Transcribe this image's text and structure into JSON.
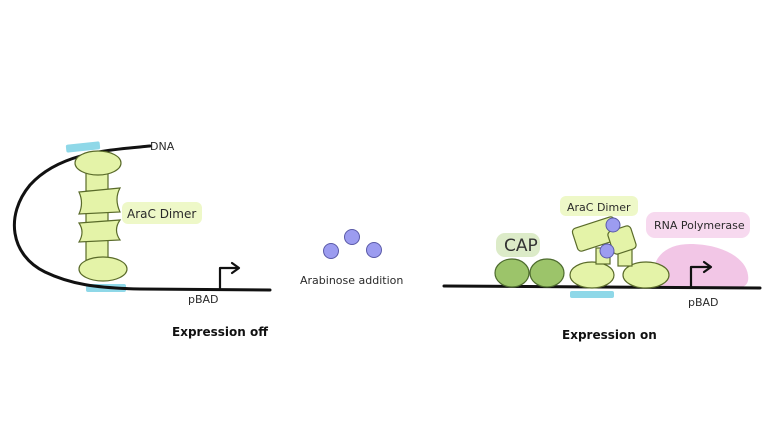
{
  "labels": {
    "dna": "DNA",
    "arac_left": "AraC Dimer",
    "pbad_left": "pBAD",
    "expression_off": "Expression off",
    "arabinose_addition": "Arabinose addition",
    "cap": "CAP",
    "arac_right": "AraC Dimer",
    "rna_polymerase": "RNA Polymerase",
    "pbad_right": "pBAD",
    "expression_on": "Expression on"
  },
  "colors": {
    "dna_strand": "#111111",
    "arac_protein": "#e4f3a8",
    "arac_outline": "#5a6b2a",
    "operator_site": "#8fd8e8",
    "arabinose": "#9c9cf0",
    "arabinose_outline": "#5a5aa8",
    "cap_protein": "#9cc46a",
    "cap_outline": "#4d6b2e",
    "rna_polymerase": "#f2c6e6",
    "label_highlight_green": "#eef8c8",
    "label_highlight_pink": "#f7d9ef",
    "label_highlight_cap": "#dcebc8"
  }
}
